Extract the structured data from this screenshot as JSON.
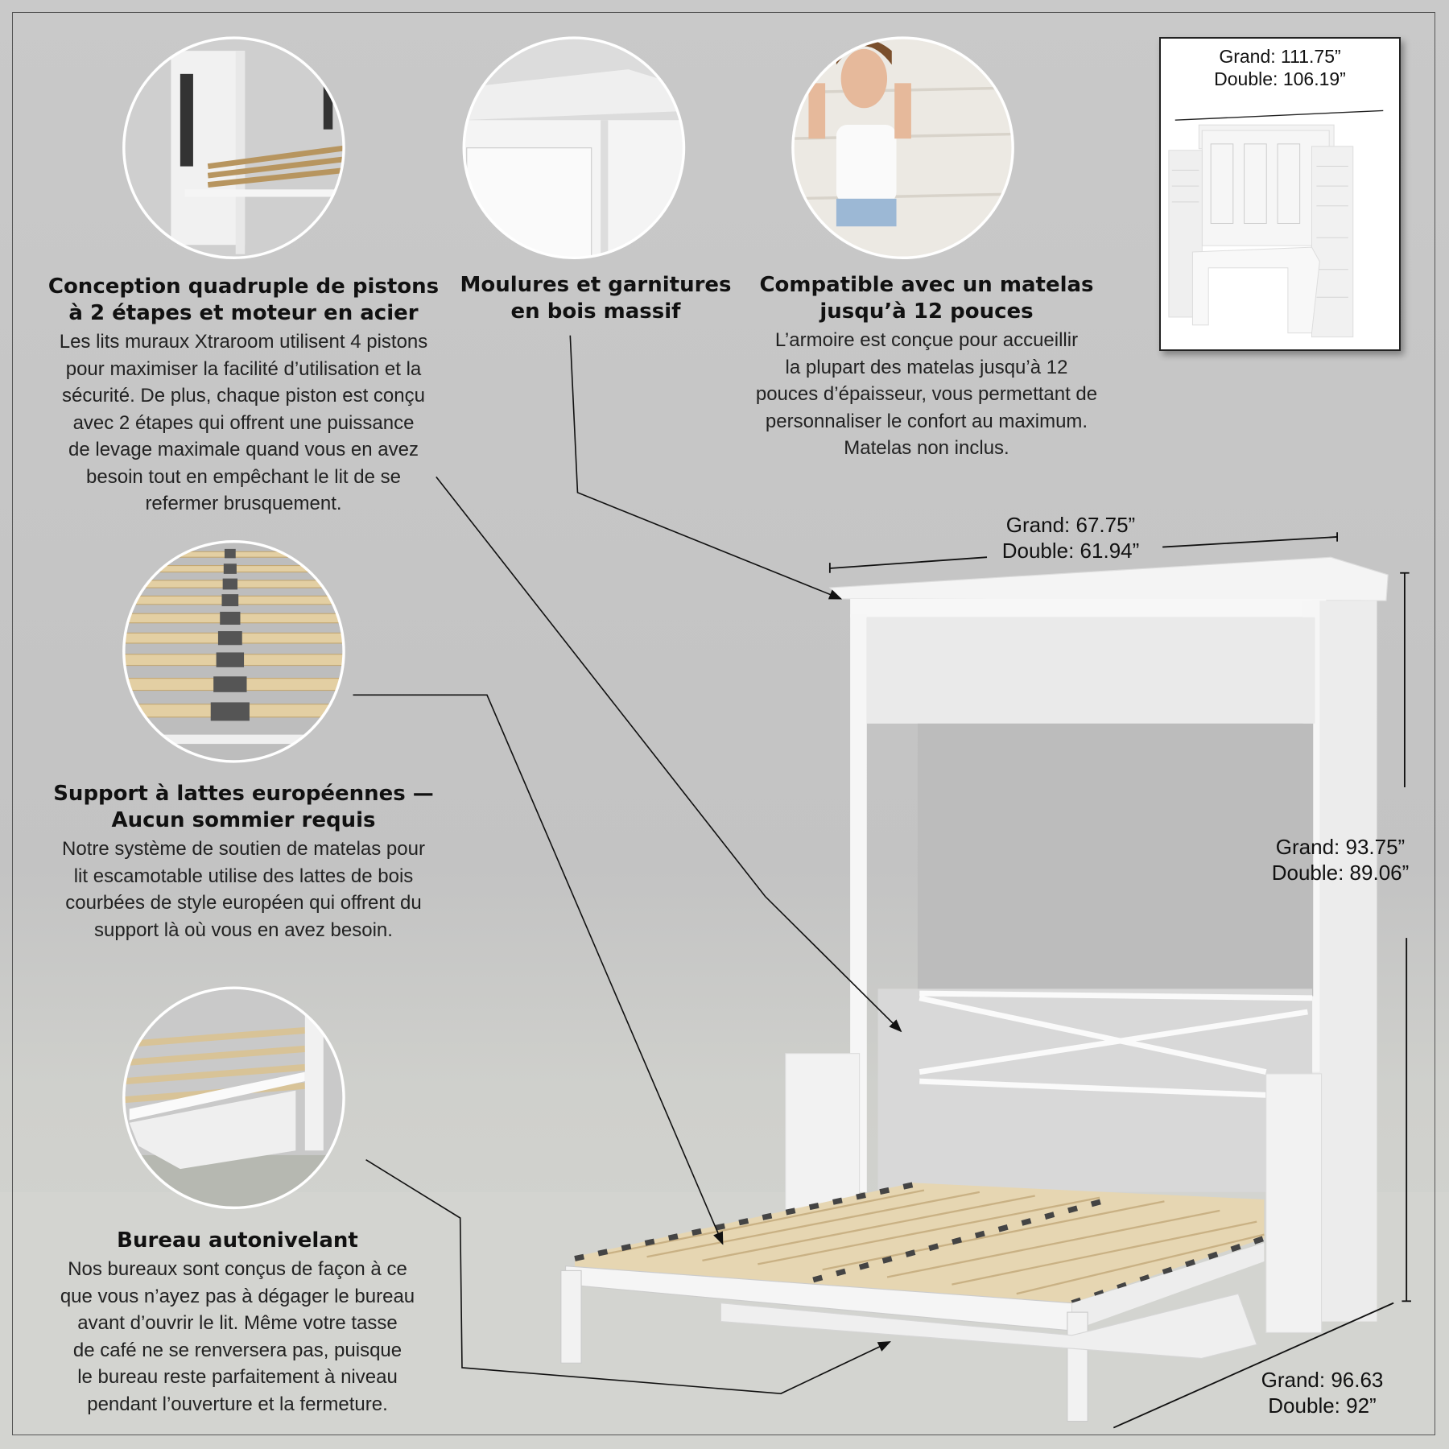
{
  "features": [
    {
      "title": "Conception quadruple de pistons à 2 étapes et moteur en acier",
      "title_lines": [
        "Conception quadruple de pistons",
        "à 2 étapes et moteur en acier"
      ],
      "body_lines": [
        "Les lits muraux Xtraroom utilisent 4 pistons",
        "pour maximiser la facilité d’utilisation et la",
        "sécurité. De plus, chaque piston est conçu",
        "avec 2 étapes qui offrent une puissance",
        "de levage maximale quand vous en avez",
        "besoin tout en empêchant le lit de se",
        "refermer brusquement."
      ]
    },
    {
      "title_lines": [
        "Moulures et garnitures",
        "en bois massif"
      ]
    },
    {
      "title_lines": [
        "Compatible avec un matelas",
        "jusqu’à 12 pouces"
      ],
      "body_lines": [
        "L’armoire est conçue pour accueillir",
        "la plupart des matelas jusqu’à 12",
        "pouces d’épaisseur, vous permettant de",
        "personnaliser le confort au maximum.",
        "Matelas non inclus."
      ]
    },
    {
      "title_lines": [
        "Support à lattes européennes —",
        "Aucun sommier requis"
      ],
      "body_lines": [
        "Notre système de soutien de matelas pour",
        "lit escamotable utilise des lattes de bois",
        "courbées de style européen qui offrent du",
        "support là où vous en avez besoin."
      ]
    },
    {
      "title_lines": [
        "Bureau autonivelant"
      ],
      "body_lines": [
        "Nos bureaux sont conçus de façon à ce",
        "que vous n’ayez pas à dégager le bureau",
        "avant d’ouvrir le lit. Même votre tasse",
        "de café ne se renversera pas, puisque",
        "le bureau reste parfaitement à niveau",
        "pendant l’ouverture et la fermeture."
      ]
    }
  ],
  "dimensions": {
    "overall_width": [
      "Grand: 111.75”",
      "Double: 106.19”"
    ],
    "cabinet_width": [
      "Grand: 67.75”",
      "Double: 61.94”"
    ],
    "height": [
      "Grand: 93.75”",
      "Double: 89.06”"
    ],
    "depth": [
      "Grand: 96.63",
      "Double: 92”"
    ]
  }
}
